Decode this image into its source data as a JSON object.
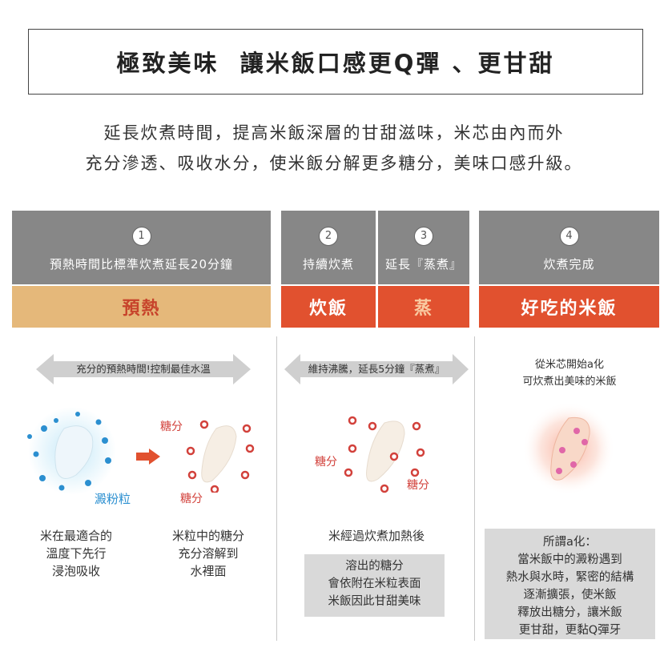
{
  "title": "極致美味  讓米飯口感更Q彈 、更甘甜",
  "intro": {
    "line1": "延長炊煮時間，提高米飯深層的甘甜滋味，米芯由內而外",
    "line2": "充分滲透、吸收水分，使米飯分解更多糖分，美味口感升級。"
  },
  "steps": [
    {
      "num": "1",
      "label": "預熱時間比標準炊煮延長20分鐘",
      "band": "預熱"
    },
    {
      "num": "2",
      "label": "持續炊煮",
      "band": "炊飯"
    },
    {
      "num": "3",
      "label": "延長『蒸煮』",
      "band": "蒸"
    },
    {
      "num": "4",
      "label": "炊煮完成",
      "band": "好吃的米飯"
    }
  ],
  "colors": {
    "tan": "#e5b87a",
    "orange_red": "#e1512f",
    "gray_header": "#878787",
    "sugar_pink": "#d2413b",
    "starch_blue": "#2b8fd0"
  },
  "col1": {
    "arrow": "充分的預熱時間!控制最佳水溫",
    "starch_label": "澱粉粒",
    "sugar_top": "糖分",
    "sugar_bottom": "糖分",
    "cap_left": [
      "米在最適合的",
      "溫度下先行",
      "浸泡吸收"
    ],
    "cap_right": [
      "米粒中的糖分",
      "充分溶解到",
      "水裡面"
    ]
  },
  "col2": {
    "arrow": "維持沸騰，延長5分鐘『蒸煮』",
    "sugar_left": "糖分",
    "sugar_right": "糖分",
    "cap": "米經過炊煮加熱後",
    "box": [
      "溶出的糖分",
      "會依附在米粒表面",
      "米飯因此甘甜美味"
    ]
  },
  "col3": {
    "note": [
      "從米芯開始a化",
      "可炊煮出美味的米飯"
    ],
    "box": [
      "所謂a化：",
      "當米飯中的澱粉遇到",
      "熱水與水時，緊密的結構",
      "逐漸擴張，使米飯",
      "釋放出糖分，讓米飯",
      "更甘甜，更黏Q彈牙"
    ]
  }
}
